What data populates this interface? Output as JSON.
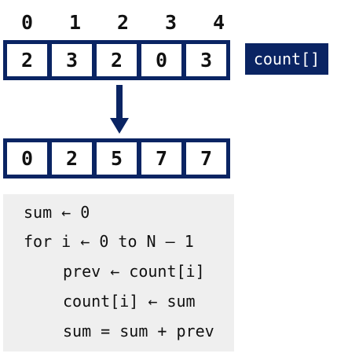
{
  "indices": [
    "0",
    "1",
    "2",
    "3",
    "4"
  ],
  "input_array": {
    "label": "count[]",
    "values": [
      "2",
      "3",
      "2",
      "0",
      "3"
    ]
  },
  "output_array": {
    "values": [
      "0",
      "2",
      "5",
      "7",
      "7"
    ]
  },
  "colors": {
    "border": "#0a2463",
    "label_bg": "#0a2463",
    "code_bg": "#efefef"
  },
  "code": {
    "lines": [
      "sum ← 0",
      "for i ← 0 to N – 1",
      "prev ← count[i]",
      "count[i] ← sum",
      "sum = sum + prev"
    ]
  }
}
